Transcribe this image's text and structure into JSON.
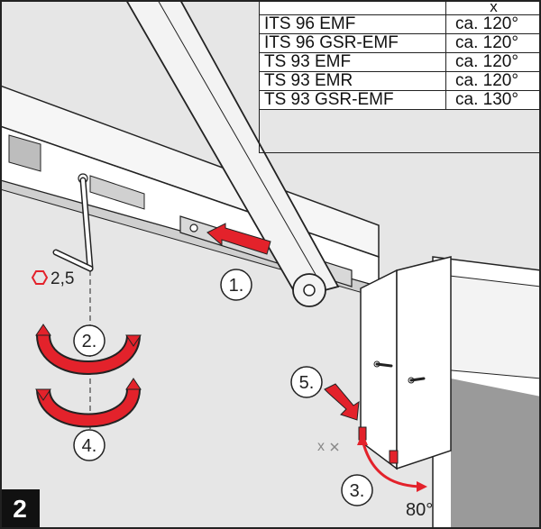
{
  "figure_number": "2",
  "table": {
    "column_header": "x",
    "rows": [
      {
        "model": "ITS 96 EMF",
        "value": "ca. 120°"
      },
      {
        "model": "ITS 96 GSR-EMF",
        "value": "ca. 120°"
      },
      {
        "model": "TS 93 EMF",
        "value": "ca. 120°"
      },
      {
        "model": "TS 93 EMR",
        "value": "ca. 120°"
      },
      {
        "model": "TS 93 GSR-EMF",
        "value": "ca. 130°"
      }
    ]
  },
  "callouts": {
    "step1": "1.",
    "step2": "2.",
    "step3": "3.",
    "step4": "4.",
    "step5": "5."
  },
  "labels": {
    "hex_key_size": "2,5",
    "angle_variable": "x",
    "door_angle": "80°"
  },
  "colors": {
    "background": "#e6e6e6",
    "arrow_red": "#e3222b",
    "outline": "#222222"
  },
  "icons": [
    "hex-key-icon",
    "rotate-arrows-icon",
    "slide-arrow-icon"
  ]
}
